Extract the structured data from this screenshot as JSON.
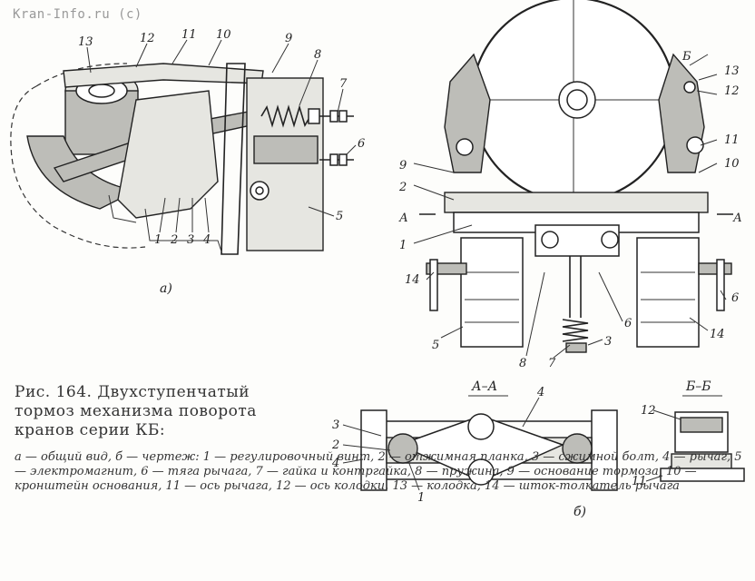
{
  "watermark": "Kran-Info.ru (c)",
  "caption": {
    "title": "Рис. 164. Двухступенчатый тормоз механизма поворота кранов серии КБ:",
    "legend": [
      "а — общий вид,",
      "б — чертеж:",
      "1 — регулировочный винт,",
      "2 — отжимная планка,",
      "3 — сжимной болт,",
      "4 — рычаг,",
      "5 — электромагнит,",
      "6 — тяга рычага,",
      "7 — гайка и контргайка,",
      "8 — пружина,",
      "9 — основание тормоза,",
      "10 — кронштейн основания,",
      "11 — ось рычага,",
      "12 — ось колодки,",
      "13 — колодка,",
      "14 — шток-толкатель рычага"
    ]
  },
  "sub_labels": {
    "a": "а)",
    "b": "б)"
  },
  "section_labels": {
    "aa": "А–А",
    "bb": "Б–Б",
    "a_mark": "А",
    "b_mark": "Б"
  },
  "part_numbers": [
    "1",
    "2",
    "3",
    "4",
    "5",
    "6",
    "7",
    "8",
    "9",
    "10",
    "11",
    "12",
    "13",
    "14"
  ]
}
